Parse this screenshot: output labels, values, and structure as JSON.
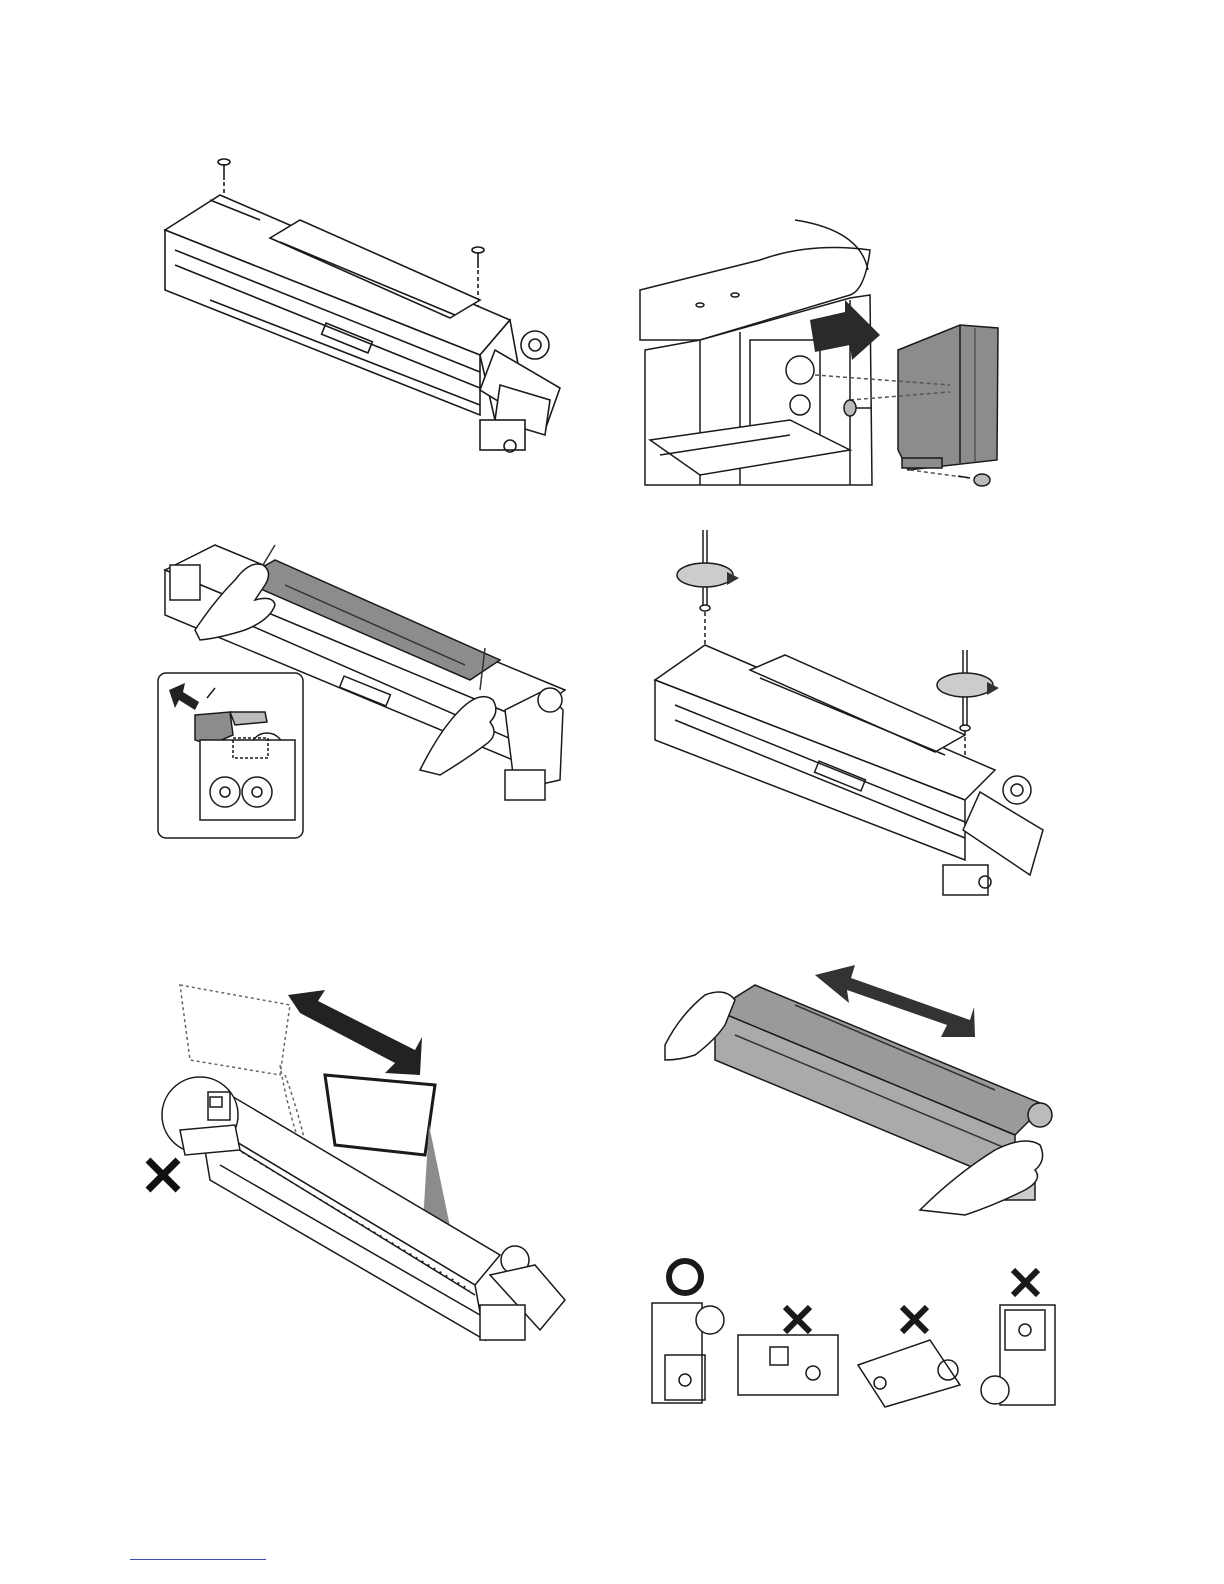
{
  "document": {
    "type": "service-manual-illustration-page",
    "colors": {
      "line": "#1a1a1a",
      "gray_fill": "#8c8c8c",
      "light_gray_fill": "#d0d0d0",
      "footer_link": "#3b4fa8"
    },
    "figures": [
      {
        "id": "fig-unit-screws",
        "icons": [
          "screw-icon",
          "screw-icon"
        ]
      },
      {
        "id": "fig-machine-cover",
        "icons": [
          "arrow-right-icon",
          "screw-icon",
          "screw-icon"
        ]
      },
      {
        "id": "fig-hand-remove",
        "icons": [
          "arrow-up-left-icon",
          "hand-icon",
          "hand-icon"
        ]
      },
      {
        "id": "fig-screwdriver",
        "icons": [
          "screwdriver-icon",
          "rotate-icon",
          "rotate-icon"
        ]
      },
      {
        "id": "fig-sheet-insert",
        "icons": [
          "double-arrow-icon",
          "cross-mark-icon"
        ]
      },
      {
        "id": "fig-shake-unit",
        "icons": [
          "double-arrow-icon",
          "hand-icon",
          "hand-icon"
        ]
      },
      {
        "id": "fig-orientation",
        "icons": [
          "circle-ok-icon",
          "cross-mark-icon",
          "cross-mark-icon",
          "cross-mark-icon"
        ]
      }
    ]
  }
}
